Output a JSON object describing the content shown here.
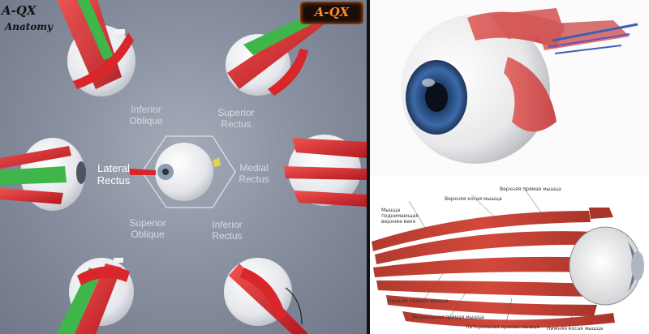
{
  "watermark": {
    "line1": "A-QX",
    "line2": "Anatomy",
    "logo_text": "A-QX"
  },
  "muscle_labels": {
    "inferior_oblique": [
      "Inferior",
      "Oblique"
    ],
    "superior_rectus": [
      "Superior",
      "Rectus"
    ],
    "lateral_rectus": [
      "Lateral",
      "Rectus"
    ],
    "medial_rectus": [
      "Medial",
      "Rectus"
    ],
    "superior_oblique": [
      "Superior",
      "Oblique"
    ],
    "inferior_rectus": [
      "Inferior",
      "Rectus"
    ]
  },
  "russian_labels": {
    "levator": [
      "Мышца поднимающая",
      "верхнее веко"
    ],
    "superior_oblique": "Верхняя косая мышца",
    "superior_rectus": "Верхняя прямая мышца",
    "inferior_rectus": "Нижняя прямая мышца",
    "medial_rectus": "Медиальная прямая мышца",
    "lateral_rectus": "Латеральная прямая мышца",
    "inferior_oblique": "Нижняя косая мышца"
  },
  "colors": {
    "muscle_red": "#d8262b",
    "muscle_green": "#3fb64a",
    "eye_white": "#f1f1f1",
    "iris_blue": "#2c4f86",
    "background_gray": "#8a92a2"
  }
}
